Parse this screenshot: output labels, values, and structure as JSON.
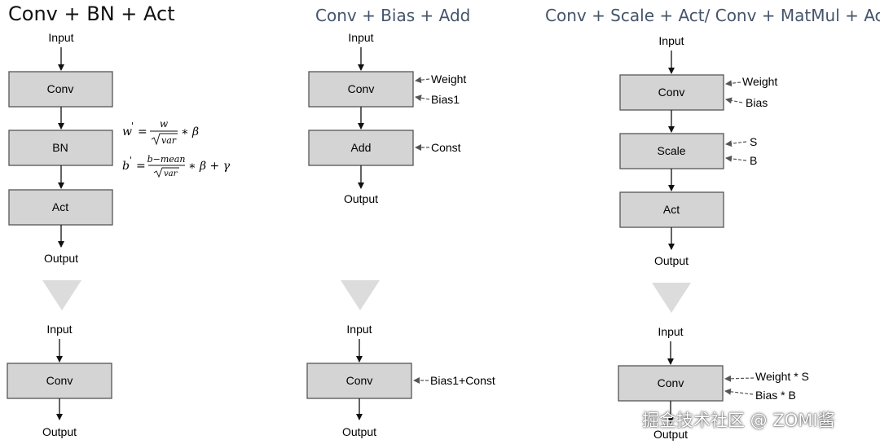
{
  "titles": {
    "left": "Conv + BN + Act",
    "middle": "Conv + Bias + Add",
    "right": "Conv + Scale + Act/ Conv + MatMul + Act"
  },
  "left_top": {
    "input": "Input",
    "conv": "Conv",
    "bn": "BN",
    "act": "Act",
    "output": "Output"
  },
  "formulas": {
    "w_lhs": "w",
    "w_num": "w",
    "w_den": "var",
    "w_tail": "∗ β",
    "b_lhs": "b",
    "b_num": "b−mean",
    "b_den": "var",
    "b_tail": "∗ β + γ",
    "prime": "'",
    "eq": "="
  },
  "left_bottom": {
    "input": "Input",
    "conv": "Conv",
    "output": "Output"
  },
  "mid_top": {
    "input": "Input",
    "conv": "Conv",
    "weight": "Weight",
    "bias1": "Bias1",
    "add": "Add",
    "const": "Const",
    "output": "Output"
  },
  "mid_bottom": {
    "input": "Input",
    "conv": "Conv",
    "bias": "Bias1+Const",
    "output": "Output"
  },
  "right_top": {
    "input": "Input",
    "conv": "Conv",
    "weight": "Weight",
    "bias": "Bias",
    "scale": "Scale",
    "s": "S",
    "b": "B",
    "act": "Act",
    "output": "Output"
  },
  "right_bottom": {
    "input": "Input",
    "conv": "Conv",
    "weight": "Weight * S",
    "bias": "Bias * B",
    "output": "Output"
  },
  "watermark": "掘金技术社区 @ ZOMI酱",
  "colors": {
    "box_fill": "#d4d4d4",
    "box_stroke": "#555555",
    "title_dark": "#111111",
    "title_blue": "#44546a",
    "big_arrow": "#dcdcdc"
  }
}
